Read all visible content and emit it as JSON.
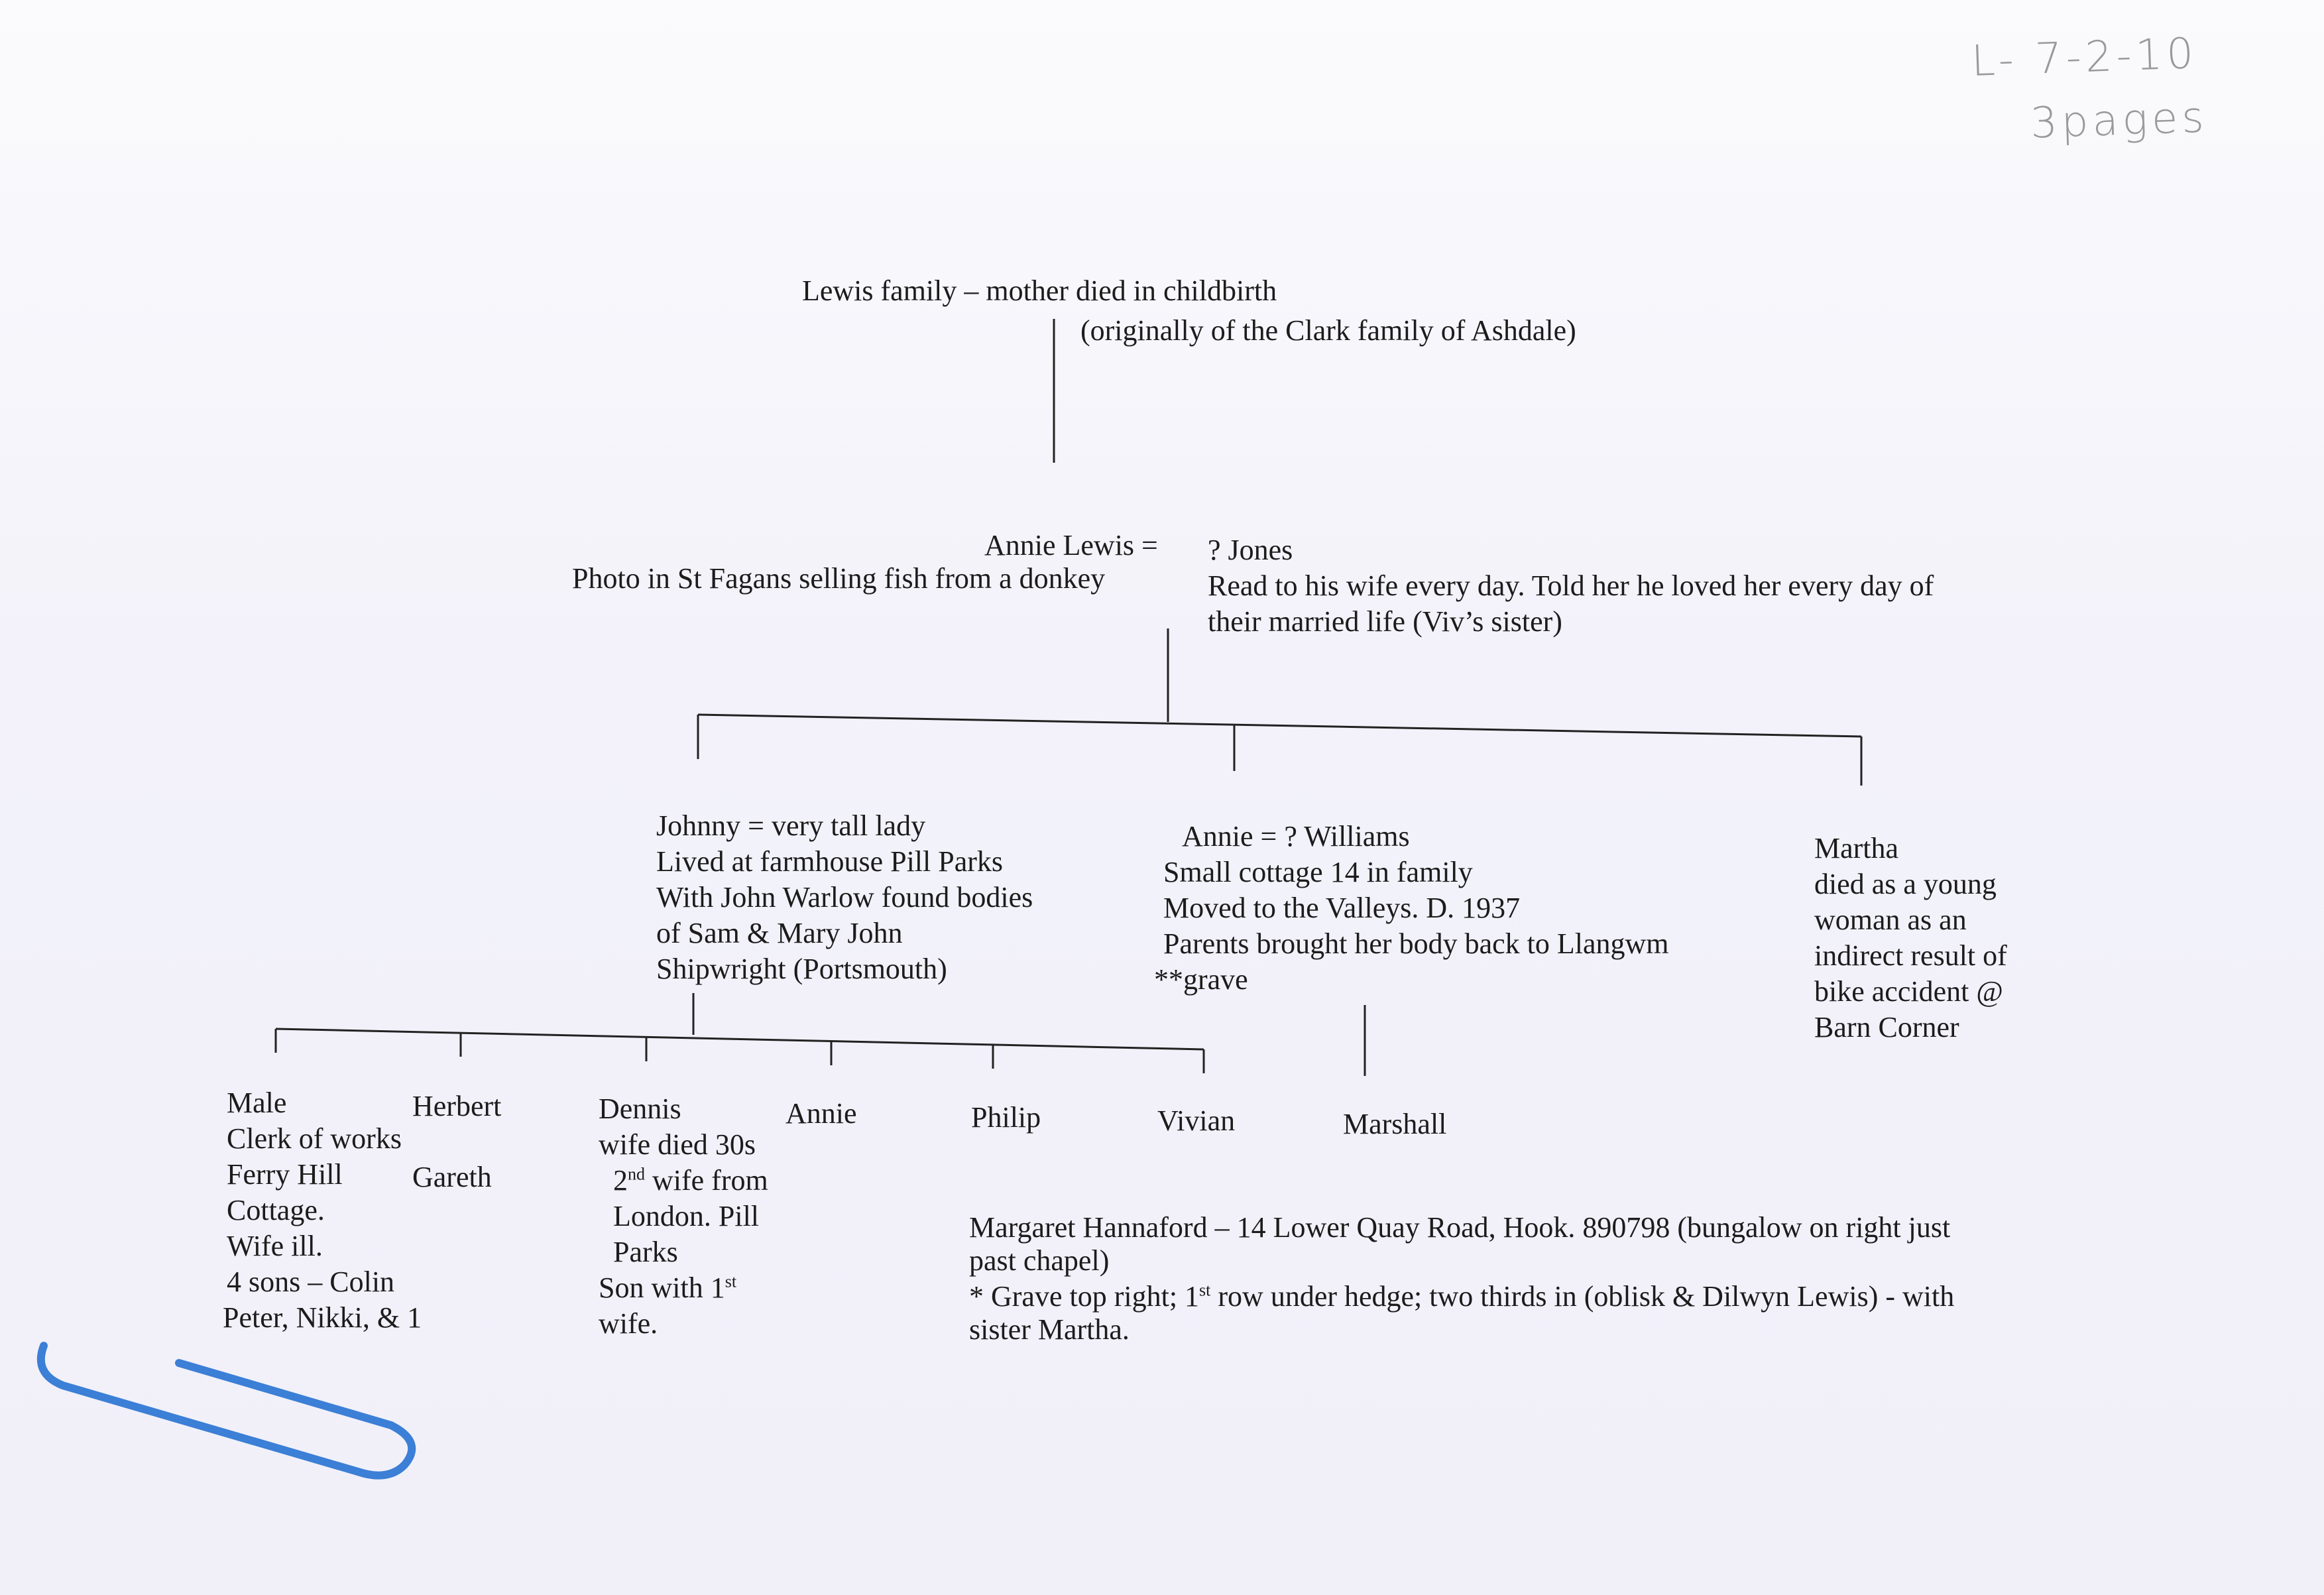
{
  "annotation": {
    "ref": "L- 7-2-10",
    "pages": "3pages"
  },
  "root": {
    "title": "Lewis family – mother died in childbirth",
    "note": "(originally of the Clark family of Ashdale)"
  },
  "couple": {
    "wife": "Annie Lewis  =",
    "wife_note": "Photo in St Fagans selling fish from a donkey",
    "husband": "? Jones",
    "husband_note": [
      "Read to his wife every day. Told her he loved her every day of",
      "their married life (Viv’s sister)"
    ]
  },
  "children": {
    "johnny": [
      "Johnny  =  very tall lady",
      "Lived at farmhouse Pill Parks",
      "With John Warlow found bodies",
      "of Sam & Mary John",
      "Shipwright (Portsmouth)"
    ],
    "annie": [
      "Annie  =      ?   Williams",
      "Small cottage 14 in family",
      "Moved to the Valleys. D. 1937",
      "Parents brought her body back to Llangwm",
      "**grave"
    ],
    "martha": [
      "Martha",
      "died as a young",
      "woman as an",
      "indirect result of",
      "bike accident @",
      "Barn Corner"
    ]
  },
  "grandchildren": {
    "male": [
      "Male",
      "Clerk of works",
      "Ferry Hill",
      "Cottage.",
      "Wife ill.",
      "4 sons – Colin",
      "Peter, Nikki, & 1"
    ],
    "herbert": "Herbert",
    "gareth": "Gareth",
    "dennis": {
      "name": "Dennis",
      "line2": "wife died 30s",
      "line3_num": "2",
      "line3_sup": "nd",
      "line3_rest": " wife from",
      "line4": "London. Pill",
      "line5": "Parks",
      "line6": "Son with 1",
      "line6_sup": "st",
      "line7": "wife."
    },
    "annie": "Annie",
    "philip": "Philip",
    "vivian": "Vivian",
    "marshall": "Marshall"
  },
  "notes": {
    "contact": "Margaret Hannaford – 14 Lower Quay Road, Hook. 890798 (bungalow on right just",
    "contact_2": "past chapel)",
    "grave_a": "* Grave top right; 1",
    "grave_sup": "st",
    "grave_b": " row under hedge; two thirds in (oblisk & Dilwyn Lewis) - with",
    "grave_2": "sister Martha."
  },
  "colors": {
    "paperclip": "#3b7fd6",
    "ink": "#1c1c1c",
    "pencil": "#9a9a9a"
  }
}
